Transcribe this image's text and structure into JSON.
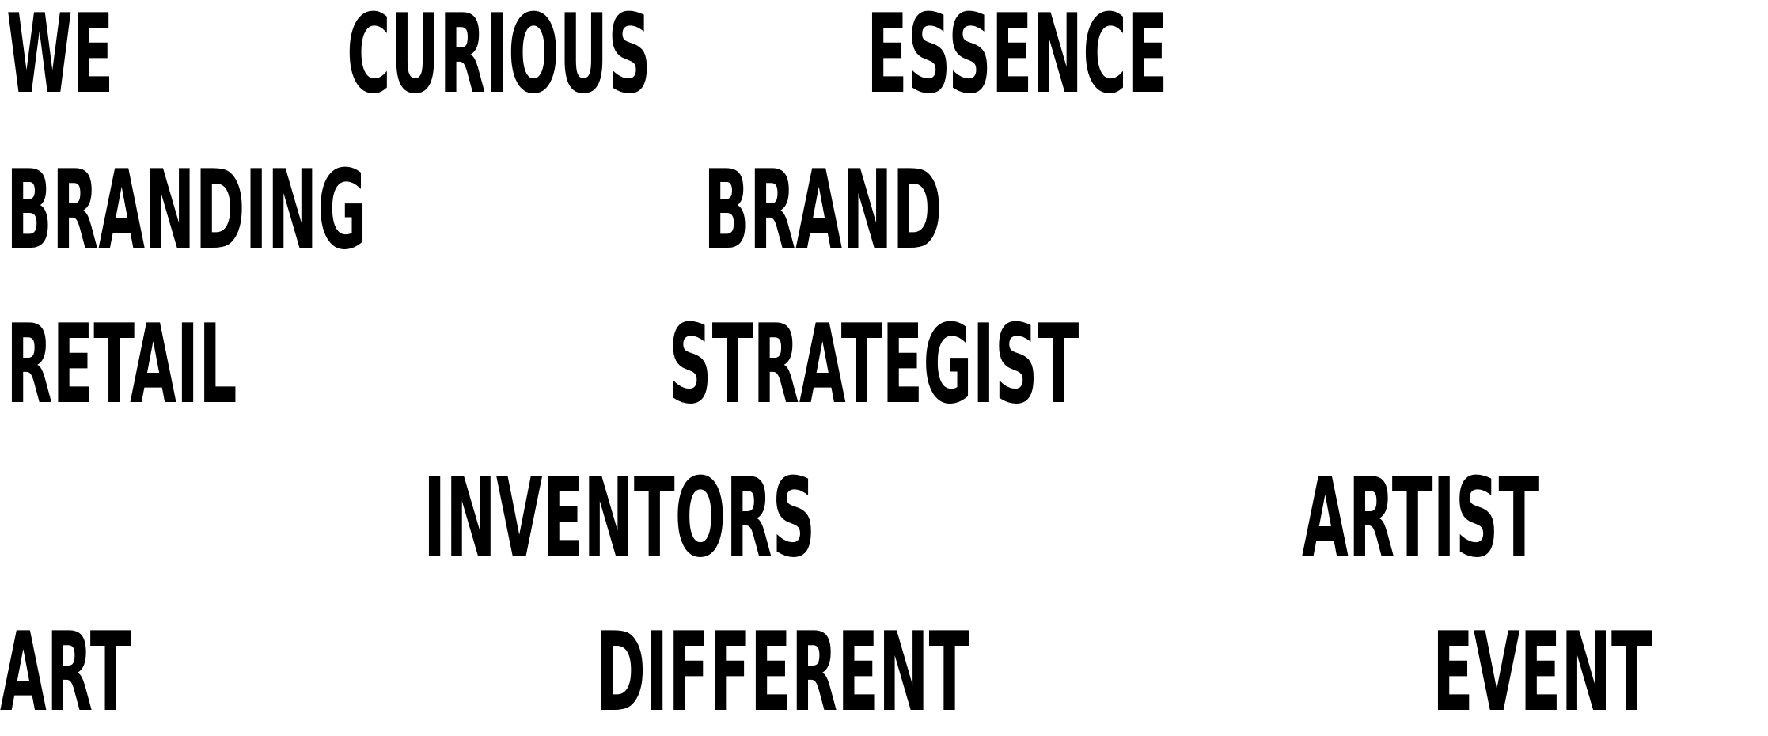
{
  "words": {
    "we": "WE",
    "curious": "CURIOUS",
    "essence": "ESSENCE",
    "branding": "BRANDING",
    "brand": "BRAND",
    "retail": "RETAIL",
    "strategist": "STRATEGIST",
    "inventors": "INVENTORS",
    "artist": "ARTIST",
    "art": "ART",
    "different": "DIFFERENT",
    "event": "EVENT"
  },
  "colors": {
    "text": "#000000",
    "background": "#ffffff"
  }
}
